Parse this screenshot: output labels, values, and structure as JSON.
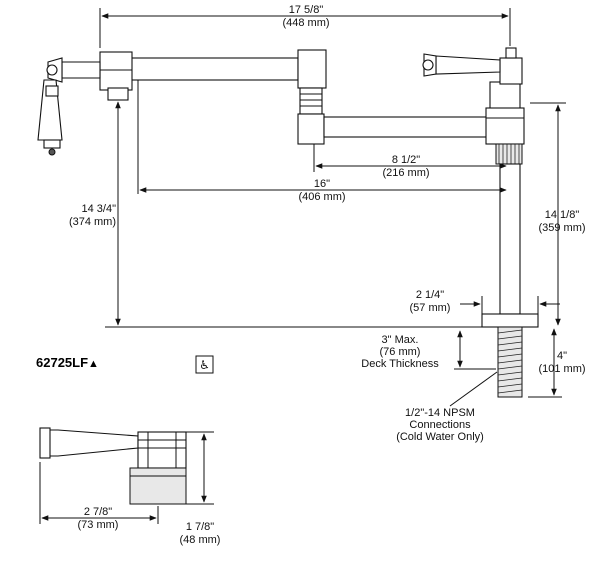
{
  "dimensions": {
    "overall_width": {
      "imperial": "17 5/8\"",
      "metric": "(448 mm)"
    },
    "arm_short": {
      "imperial": "8 1/2\"",
      "metric": "(216 mm)"
    },
    "arm_long": {
      "imperial": "16\"",
      "metric": "(406 mm)"
    },
    "spout_height": {
      "imperial": "14 3/4\"",
      "metric": "(374 mm)"
    },
    "body_height": {
      "imperial": "14 1/8\"",
      "metric": "(359 mm)"
    },
    "base_diameter": {
      "imperial": "2 1/4\"",
      "metric": "(57 mm)"
    },
    "deck_thickness": {
      "imperial": "3\" Max.",
      "metric": "(76 mm)",
      "label": "Deck Thickness"
    },
    "shank_length": {
      "imperial": "4\"",
      "metric": "(101 mm)"
    },
    "connections": {
      "line1": "1/2\"-14 NPSM",
      "line2": "Connections",
      "line3": "(Cold Water Only)"
    },
    "handle_length": {
      "imperial": "2 7/8\"",
      "metric": "(73 mm)"
    },
    "handle_height": {
      "imperial": "1 7/8\"",
      "metric": "(48 mm)"
    }
  },
  "model": {
    "number": "62725LF",
    "marker": "▲"
  },
  "icons": {
    "ada": "wheelchair-accessibility-icon",
    "ada_glyph": "♿"
  }
}
